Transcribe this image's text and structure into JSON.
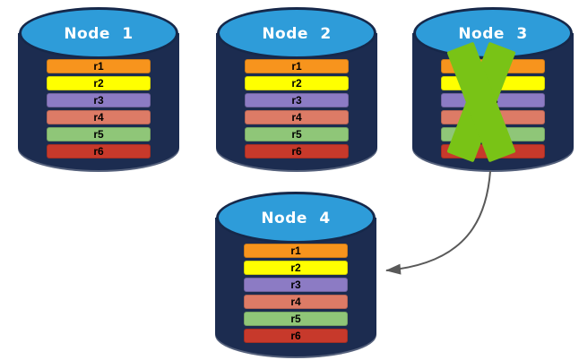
{
  "styles": {
    "background_color": "#FFFFFF",
    "cylinder_body_color": "#1C2C50",
    "cylinder_top_color": "#2E9CD9",
    "cylinder_outline_color": "#16284A",
    "node_label_color": "#FFFFFF",
    "row_label_color": "#000000",
    "x_mark_color": "#79C316",
    "arrow_color": "#595959"
  },
  "nodes": [
    {
      "id": "node-1",
      "label": "Node 1",
      "failed": false,
      "rows": [
        {
          "label": "r1",
          "color": "#F7941D"
        },
        {
          "label": "r2",
          "color": "#FFFF00"
        },
        {
          "label": "r3",
          "color": "#8C7BC4"
        },
        {
          "label": "r4",
          "color": "#DD7B66"
        },
        {
          "label": "r5",
          "color": "#8FC678"
        },
        {
          "label": "r6",
          "color": "#C7392B"
        }
      ]
    },
    {
      "id": "node-2",
      "label": "Node 2",
      "failed": false,
      "rows": [
        {
          "label": "r1",
          "color": "#F7941D"
        },
        {
          "label": "r2",
          "color": "#FFFF00"
        },
        {
          "label": "r3",
          "color": "#8C7BC4"
        },
        {
          "label": "r4",
          "color": "#DD7B66"
        },
        {
          "label": "r5",
          "color": "#8FC678"
        },
        {
          "label": "r6",
          "color": "#C7392B"
        }
      ]
    },
    {
      "id": "node-3",
      "label": "Node 3",
      "failed": true,
      "rows": [
        {
          "label": "r1",
          "color": "#F7941D"
        },
        {
          "label": "r2",
          "color": "#FFFF00"
        },
        {
          "label": "r3",
          "color": "#8C7BC4"
        },
        {
          "label": "r4",
          "color": "#DD7B66"
        },
        {
          "label": "r5",
          "color": "#8FC678"
        },
        {
          "label": "r6",
          "color": "#C7392B"
        }
      ]
    },
    {
      "id": "node-4",
      "label": "Node 4",
      "failed": false,
      "rows": [
        {
          "label": "r1",
          "color": "#F7941D"
        },
        {
          "label": "r2",
          "color": "#FFFF00"
        },
        {
          "label": "r3",
          "color": "#8C7BC4"
        },
        {
          "label": "r4",
          "color": "#DD7B66"
        },
        {
          "label": "r5",
          "color": "#8FC678"
        },
        {
          "label": "r6",
          "color": "#C7392B"
        }
      ]
    }
  ],
  "arrow": {
    "from": "Node 3",
    "to": "Node 4",
    "color": "#595959"
  }
}
